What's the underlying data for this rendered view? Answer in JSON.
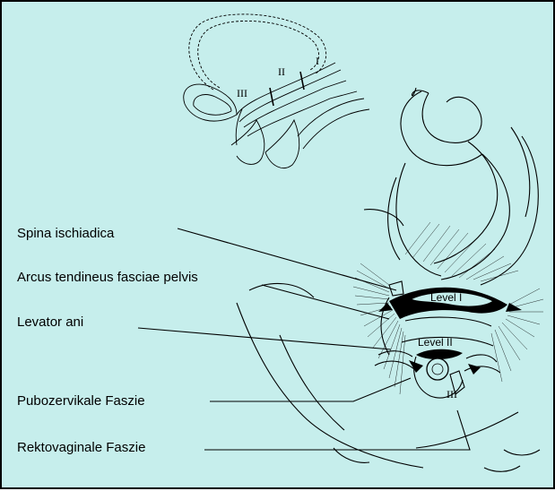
{
  "figure": {
    "inset_levels": [
      "I",
      "II",
      "III"
    ],
    "level_labels": [
      "Level I",
      "Level II",
      "III"
    ],
    "labels": [
      "Spina ischiadica",
      "Arcus tendineus fasciae pelvis",
      "Levator ani",
      "Pubozervikale Faszie",
      "Rektovaginale Faszie"
    ]
  },
  "colors": {
    "background": "#c6eeec",
    "frame": "#000000"
  }
}
